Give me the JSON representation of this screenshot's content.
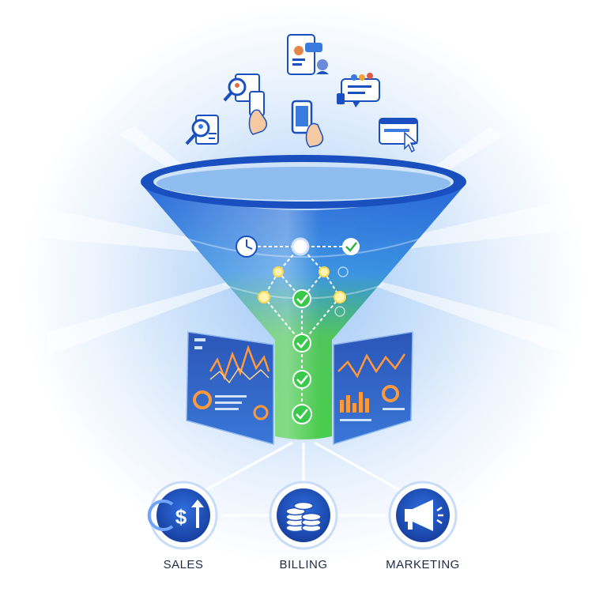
{
  "categories": [
    {
      "id": "sales",
      "label": "SALES",
      "icon": "dollar-up-icon"
    },
    {
      "id": "billing",
      "label": "BILLING",
      "icon": "coins-stack-icon"
    },
    {
      "id": "marketing",
      "label": "MARKETING",
      "icon": "megaphone-icon"
    }
  ],
  "input_icons": [
    "profile-search-icon",
    "tap-document-icon",
    "profile-card-icon",
    "chat-bubble-icon",
    "phone-tap-icon",
    "browser-cursor-icon",
    "magnifier-profile-icon"
  ],
  "colors": {
    "funnel_top": "#1e5fd6",
    "funnel_bottom": "#3ecf3a",
    "circle_fill": "#1f4fb8",
    "rim": "#1a4fbf"
  }
}
